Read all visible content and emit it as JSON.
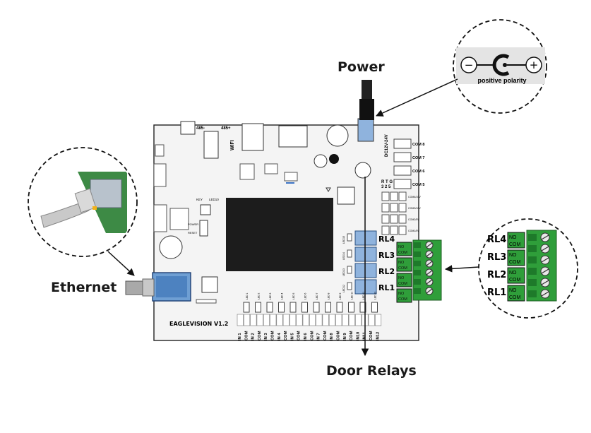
{
  "callouts": {
    "power": "Power",
    "ethernet": "Ethernet",
    "door_relays": "Door Relays"
  },
  "power_inset": {
    "caption": "positive polarity",
    "minus": "−",
    "plus": "+"
  },
  "board": {
    "model": "EAGLEVISION  V1.2",
    "wifi": "WIFI",
    "rs485_minus": "485-",
    "rs485_plus": "485+",
    "dc_input": "DC12V-24V",
    "rtg": "R T G",
    "rtg_nums": "3 2 5",
    "com_ports": [
      "COM 8",
      "COM 7",
      "COM 6",
      "COM 5"
    ],
    "com_small": [
      "COM4/10V",
      "COM3/10V",
      "COM2/5V",
      "COM1/5V"
    ],
    "key": "KEY",
    "led10": "LED10",
    "power_led": "POWER",
    "reset": "RESET",
    "relay_leds": [
      "LED15",
      "LED14",
      "LED13",
      "LED12"
    ],
    "relays": [
      "RL4",
      "RL3",
      "RL2",
      "RL1"
    ],
    "terminals": [
      "IN 1",
      "COM",
      "IN 2",
      "COM",
      "IN 3",
      "COM",
      "IN 4",
      "COM",
      "IN 5",
      "COM",
      "IN 6",
      "COM",
      "IN 7",
      "COM",
      "IN 8",
      "COM",
      "IN 9",
      "COM",
      "IN10",
      "IN11",
      "COM",
      "IN12"
    ],
    "in_leds": [
      "LED 1",
      "LED 2",
      "LED 3",
      "LED 4",
      "LED 5",
      "LED 6",
      "LED 7",
      "LED 8",
      "LED 9",
      "LED 10",
      "LED 11",
      "LED 12"
    ]
  },
  "relay_inset": {
    "relays": [
      "RL4",
      "RL3",
      "RL2",
      "RL1"
    ],
    "no": "NO",
    "com": "COM"
  },
  "colors": {
    "board": "#f4f4f4",
    "chip": "#1c1c1c",
    "relay_blue": "#8fb3dd",
    "terminal_green": "#2f9e3a",
    "ethernet_blue": "#6f9fd3",
    "outline": "#111111"
  }
}
